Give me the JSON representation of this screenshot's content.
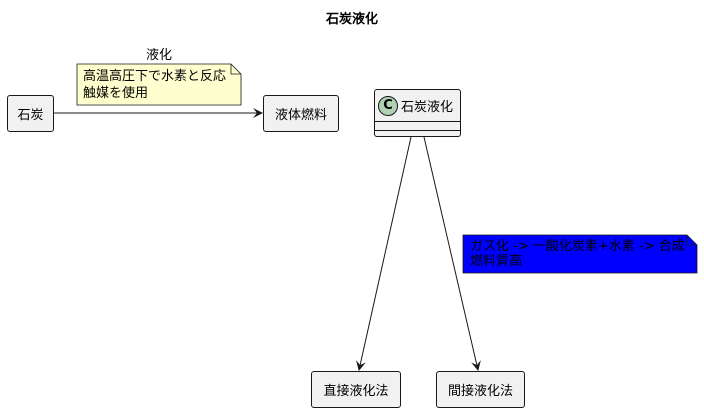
{
  "title": "石炭液化",
  "nodes": {
    "coal": "石炭",
    "liquid_fuel": "液体燃料",
    "direct": "直接液化法",
    "indirect": "間接液化法"
  },
  "class": {
    "name": "石炭液化",
    "stereotype_letter": "C"
  },
  "edge_label": "液化",
  "note1": {
    "line1": "高温高圧下で水素と反応",
    "line2": "触媒を使用"
  },
  "note2": {
    "line1": "ガス化 -> 一酸化炭素+水素 -> 合成",
    "line2": "燃料質高"
  },
  "colors": {
    "note1": "#fefece",
    "note2": "#0000ff",
    "class_icon": "#add1b2"
  }
}
